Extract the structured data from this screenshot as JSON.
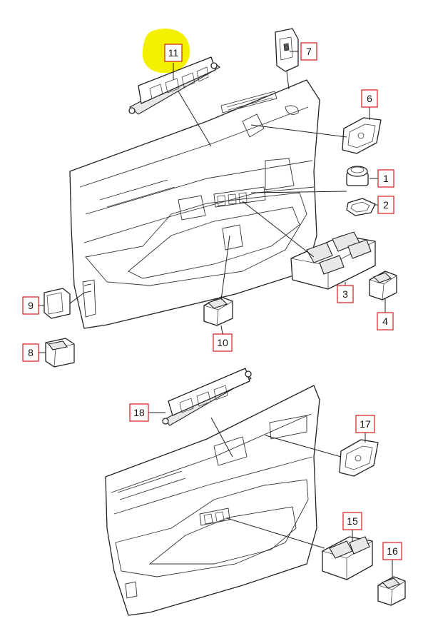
{
  "diagram": {
    "callouts": [
      {
        "id": "1",
        "label": "1"
      },
      {
        "id": "2",
        "label": "2"
      },
      {
        "id": "3",
        "label": "3"
      },
      {
        "id": "4",
        "label": "4"
      },
      {
        "id": "6",
        "label": "6"
      },
      {
        "id": "7",
        "label": "7"
      },
      {
        "id": "8",
        "label": "8"
      },
      {
        "id": "9",
        "label": "9"
      },
      {
        "id": "10",
        "label": "10"
      },
      {
        "id": "11",
        "label": "11"
      },
      {
        "id": "15",
        "label": "15"
      },
      {
        "id": "16",
        "label": "16"
      },
      {
        "id": "17",
        "label": "17"
      },
      {
        "id": "18",
        "label": "18"
      }
    ],
    "highlight": {
      "target": "11",
      "color": "#f5f000"
    },
    "colors": {
      "callout_border": "#d11a1a",
      "line": "#222222",
      "background": "#ffffff"
    }
  }
}
